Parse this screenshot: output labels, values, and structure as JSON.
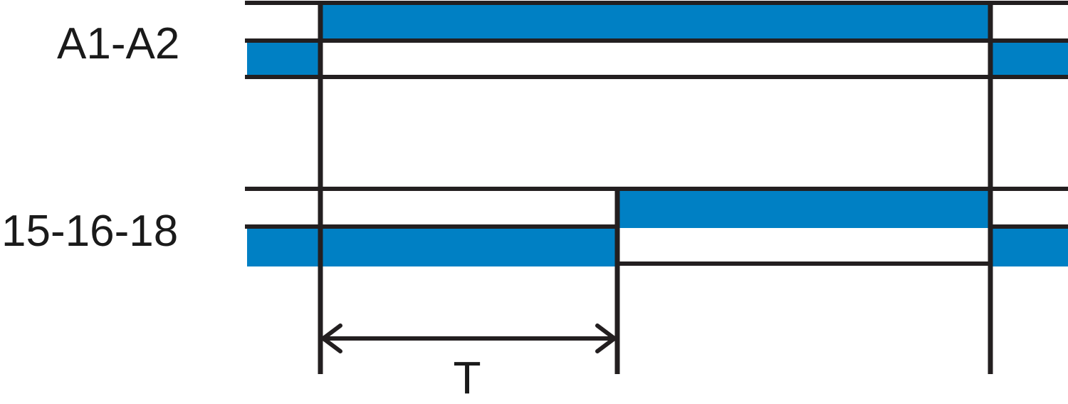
{
  "diagram": {
    "signals": [
      {
        "label": "A1-A2"
      },
      {
        "label": "15-16-18"
      }
    ],
    "interval_label": "T",
    "colors": {
      "fill": "#0080c4",
      "line": "#231f20",
      "text": "#1a1a1a"
    }
  }
}
